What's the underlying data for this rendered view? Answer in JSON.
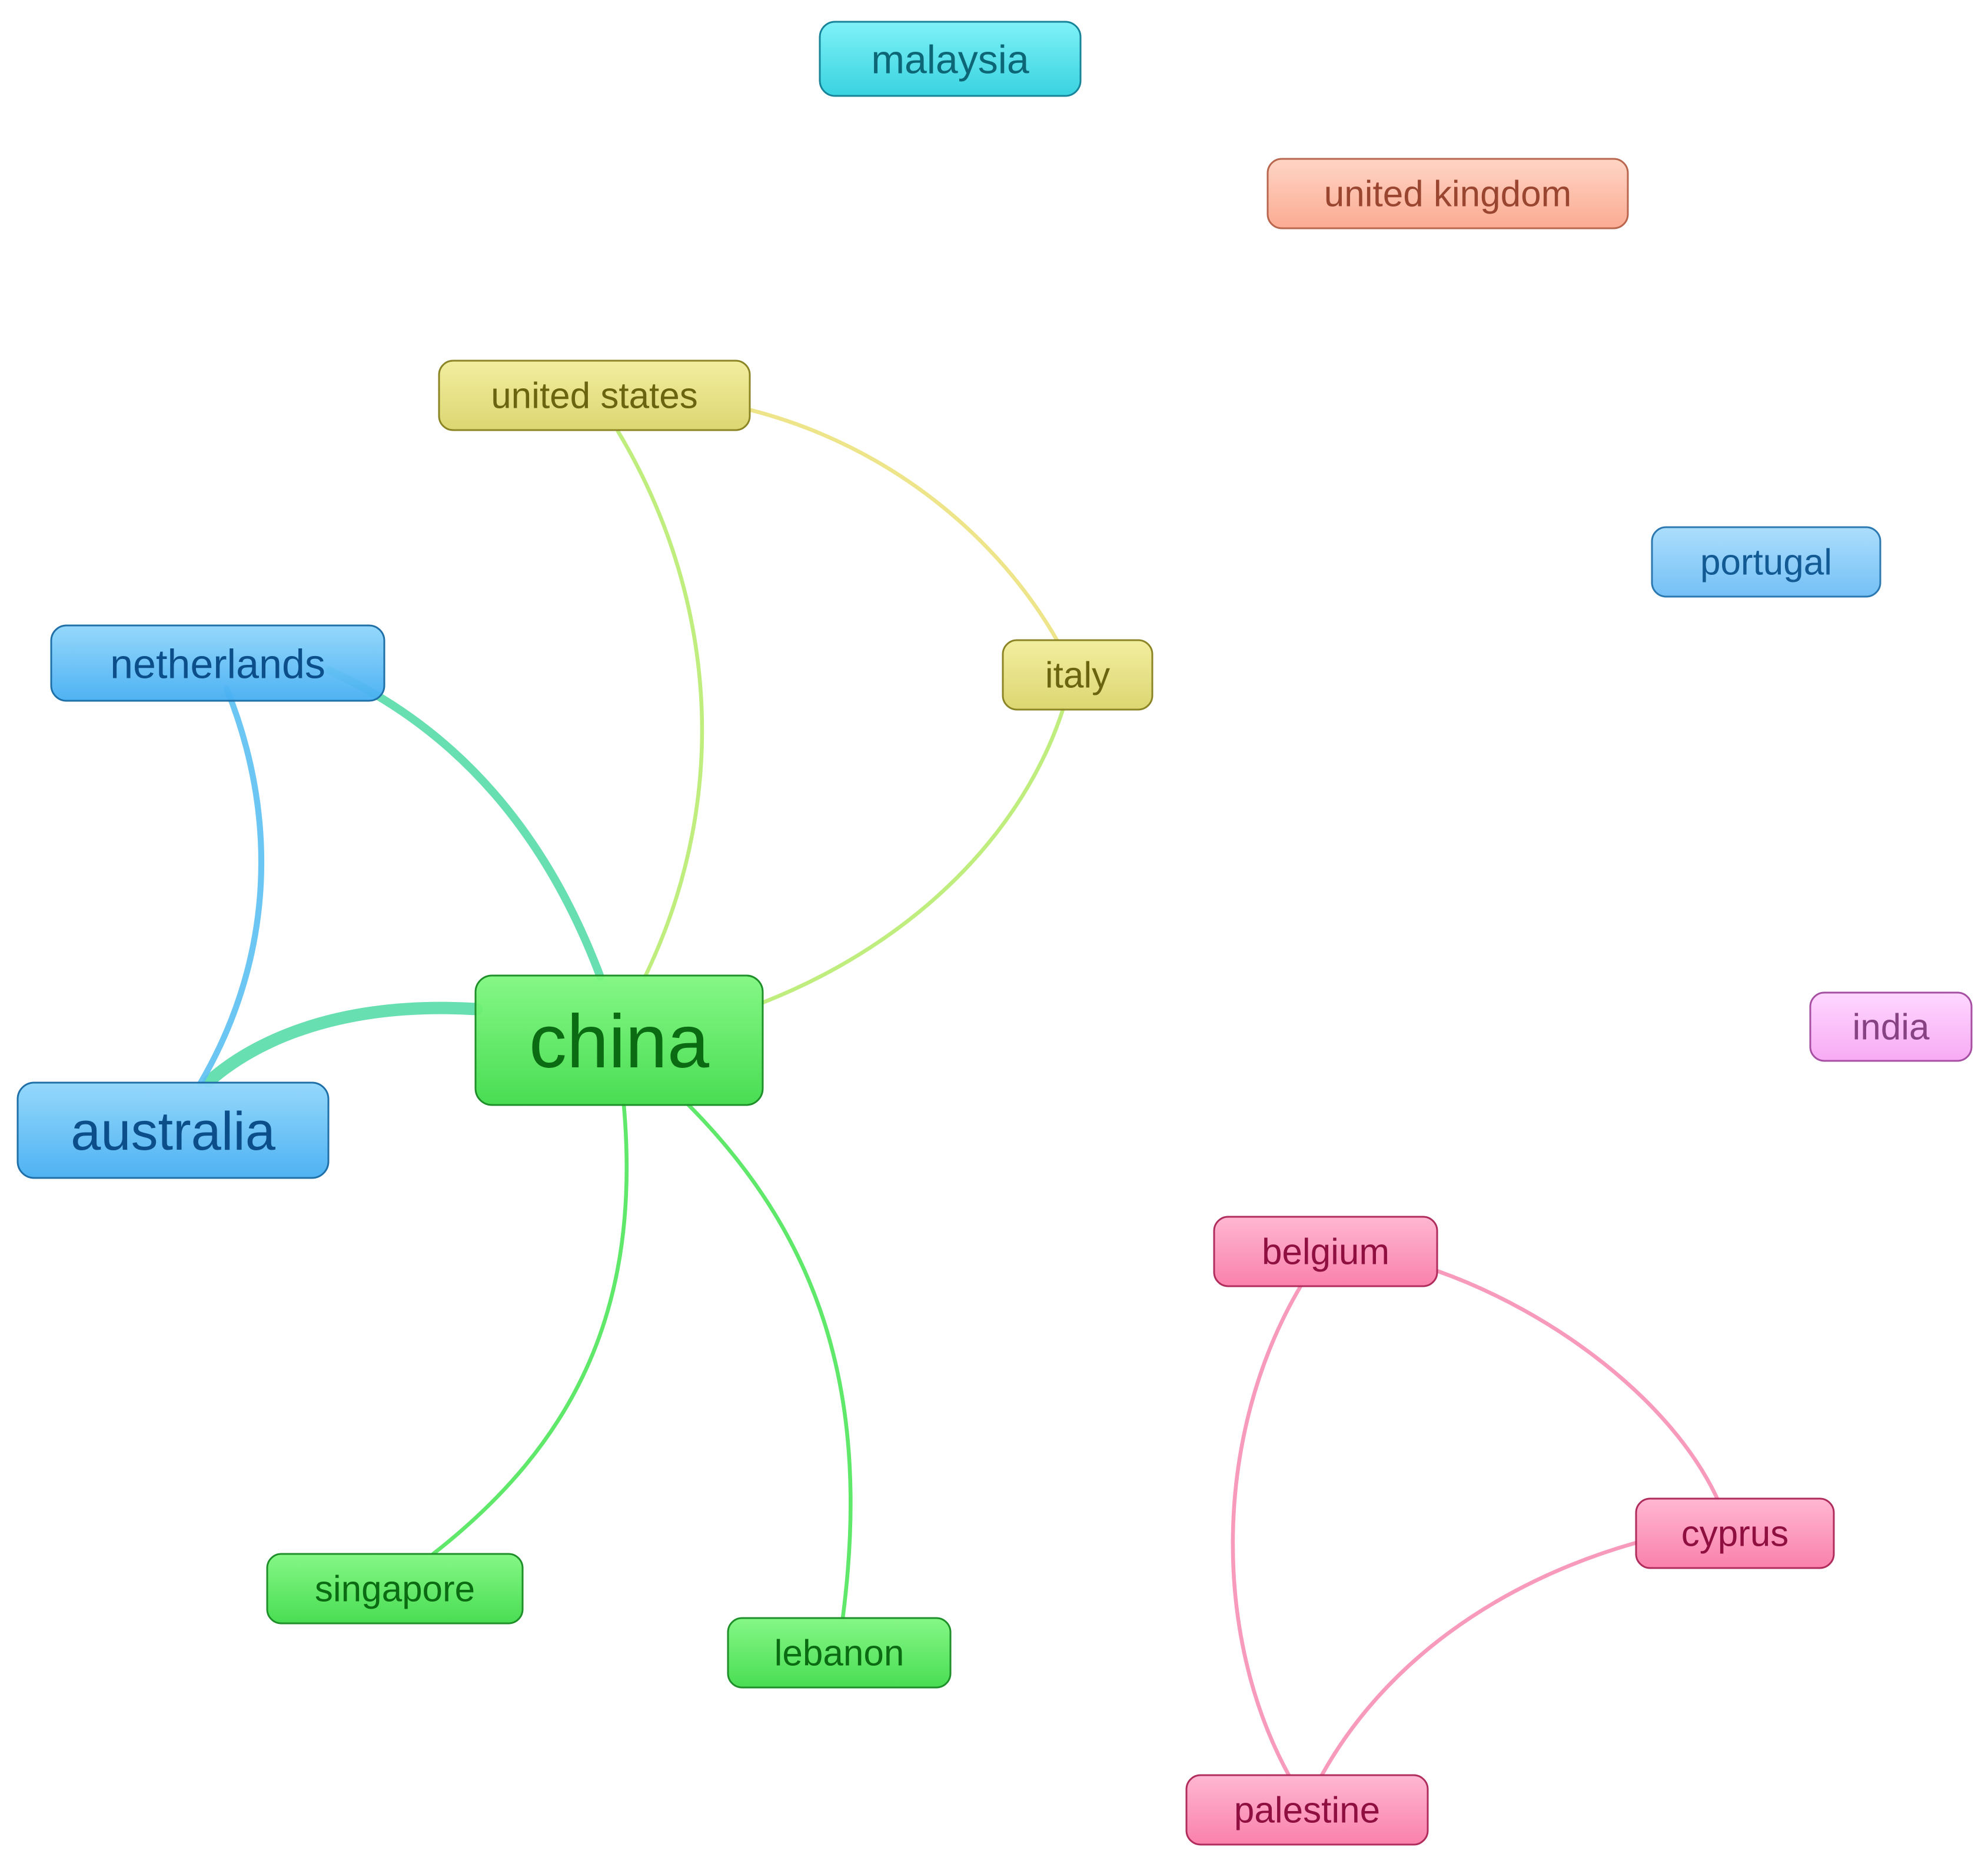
{
  "palette": {
    "blue": {
      "top": "#8fd6fb",
      "bottom": "#45aef2",
      "stroke": "#1f6fa8",
      "text": "#0b4e8a",
      "edge": "#5cc0f2"
    },
    "sky": {
      "top": "#a8dcfc",
      "bottom": "#6cbdf5",
      "stroke": "#2c78b0",
      "text": "#125a94",
      "edge": "#6cbdf5"
    },
    "green": {
      "top": "#7ff77f",
      "bottom": "#3fdb4a",
      "stroke": "#1f8f2a",
      "text": "#0b6b12",
      "edge": "#4ee65a"
    },
    "olive": {
      "top": "#f1ed9a",
      "bottom": "#dad46a",
      "stroke": "#8c8526",
      "text": "#6a6410",
      "edge": "#e6e07a"
    },
    "cyan": {
      "top": "#78f1f7",
      "bottom": "#2ed0de",
      "stroke": "#17849a",
      "text": "#0d6676",
      "edge": "#3fd8e4"
    },
    "salmon": {
      "top": "#ffd2c2",
      "bottom": "#fba78c",
      "stroke": "#b8664e",
      "text": "#9a4530",
      "edge": "#fba78c"
    },
    "pink": {
      "top": "#ffb3cf",
      "bottom": "#f97aa6",
      "stroke": "#b02c5d",
      "text": "#8f0f40",
      "edge": "#f78fb4"
    },
    "magenta": {
      "top": "#ffd5ff",
      "bottom": "#f6a6f3",
      "stroke": "#a64fa3",
      "text": "#864283",
      "edge": "#f6a6f3"
    }
  },
  "nodes": [
    {
      "id": "malaysia",
      "label": "malaysia",
      "color": "cyan"
    },
    {
      "id": "united-kingdom",
      "label": "united kingdom",
      "color": "salmon"
    },
    {
      "id": "united-states",
      "label": "united states",
      "color": "olive"
    },
    {
      "id": "portugal",
      "label": "portugal",
      "color": "sky"
    },
    {
      "id": "netherlands",
      "label": "netherlands",
      "color": "blue"
    },
    {
      "id": "italy",
      "label": "italy",
      "color": "olive"
    },
    {
      "id": "china",
      "label": "china",
      "color": "green"
    },
    {
      "id": "india",
      "label": "india",
      "color": "magenta"
    },
    {
      "id": "australia",
      "label": "australia",
      "color": "blue"
    },
    {
      "id": "belgium",
      "label": "belgium",
      "color": "pink"
    },
    {
      "id": "cyprus",
      "label": "cyprus",
      "color": "pink"
    },
    {
      "id": "singapore",
      "label": "singapore",
      "color": "green"
    },
    {
      "id": "lebanon",
      "label": "lebanon",
      "color": "green"
    },
    {
      "id": "palestine",
      "label": "palestine",
      "color": "pink"
    }
  ],
  "links": [
    {
      "source": "australia",
      "target": "china",
      "strength": 5,
      "color": "#57dca8"
    },
    {
      "source": "netherlands",
      "target": "china",
      "strength": 3,
      "color": "#57dca8"
    },
    {
      "source": "netherlands",
      "target": "australia",
      "strength": 2,
      "color": "#5cc0f2"
    },
    {
      "source": "united-states",
      "target": "china",
      "strength": 1,
      "color": "#b8ec70"
    },
    {
      "source": "united-states",
      "target": "italy",
      "strength": 1,
      "color": "#ece27e"
    },
    {
      "source": "italy",
      "target": "china",
      "strength": 1,
      "color": "#b8ec70"
    },
    {
      "source": "china",
      "target": "singapore",
      "strength": 1,
      "color": "#4ee65a"
    },
    {
      "source": "china",
      "target": "lebanon",
      "strength": 1,
      "color": "#4ee65a"
    },
    {
      "source": "belgium",
      "target": "cyprus",
      "strength": 1,
      "color": "#f78fb4"
    },
    {
      "source": "belgium",
      "target": "palestine",
      "strength": 1,
      "color": "#f78fb4"
    },
    {
      "source": "cyprus",
      "target": "palestine",
      "strength": 1,
      "color": "#f78fb4"
    }
  ]
}
